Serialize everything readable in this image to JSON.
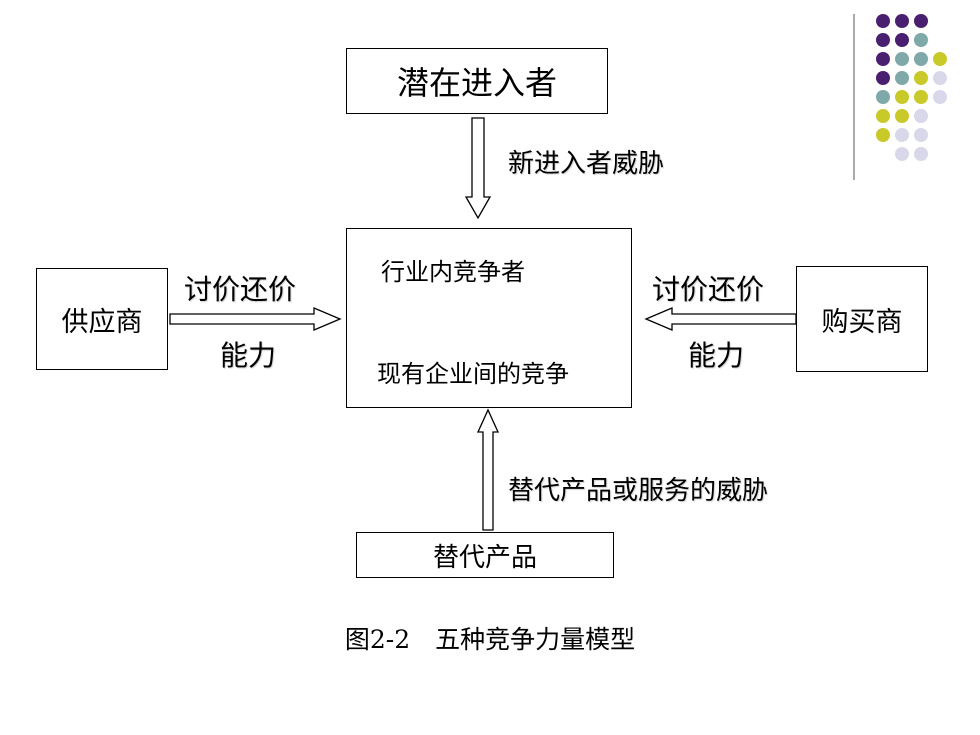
{
  "diagram": {
    "potential_entrants": "潜在进入者",
    "threat_new_entrants": "新进入者威胁",
    "industry_competitors": "行业内竞争者",
    "rivalry": "现有企业间的竞争",
    "suppliers": "供应商",
    "supplier_bargaining_line1": "讨价还价",
    "supplier_bargaining_line2": "能力",
    "buyers": "购买商",
    "buyer_bargaining_line1": "讨价还价",
    "buyer_bargaining_line2": "能力",
    "substitutes": "替代产品",
    "threat_substitutes": "替代产品或服务的威胁"
  },
  "caption": "图2-2　五种竞争力量模型",
  "decoration_colors": {
    "purple": "#4b1f6f",
    "teal": "#7fa9a8",
    "yellow": "#c9c92a",
    "lavender": "#d8d8ea"
  }
}
